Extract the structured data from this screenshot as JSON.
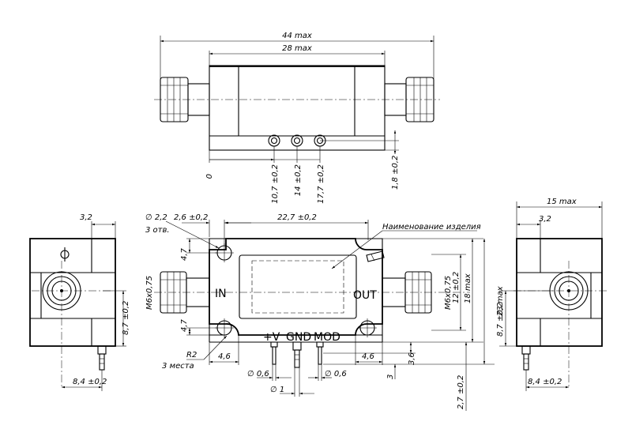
{
  "top_view": {
    "dim_overall": "44 max",
    "dim_body": "28 max",
    "dim_zero": "0",
    "dim_pin1": "10,7 ±0,2",
    "dim_pin2": "14 ±0,2",
    "dim_pin3": "17,7 ±0,2",
    "dim_height": "1,8 ±0,2"
  },
  "front_view": {
    "hole_dia": "∅ 2,2",
    "hole_count": "3 отв.",
    "hole_offset": "2,6 ±0,2",
    "hole_spacing": "22,7 ±0,2",
    "product_name_label": "Наименование изделия",
    "hole_vert_top": "4,7",
    "hole_vert_bottom": "4,7",
    "thread_left": "M6x0,75",
    "thread_right": "M6x0,75",
    "port_in": "IN",
    "port_out": "OUT",
    "pin_vplus": "+V",
    "pin_gnd": "GND",
    "pin_mod": "MOD",
    "radius": "R2",
    "radius_count": "3 места",
    "edge_left": "4,6",
    "edge_right": "4,6",
    "dia_pin_left": "∅ 0,6",
    "dia_pin_right": "∅ 0,6",
    "dia_center_pin": "∅ 1",
    "dim_3": "3",
    "dim_3_6": "3,6",
    "dim_12": "12 ±0,2",
    "dim_18": "18 max",
    "dim_23": "23 max",
    "dim_2_7": "2,7 ±0,2"
  },
  "left_view": {
    "dim_top": "3,2",
    "dim_height": "8,7 ±0,2",
    "dim_bottom": "8,4 ±0,2"
  },
  "right_view": {
    "dim_width": "15 max",
    "dim_top": "3,2",
    "dim_height": "8,7 ±0,2",
    "dim_bottom": "8,4 ±0,2"
  }
}
